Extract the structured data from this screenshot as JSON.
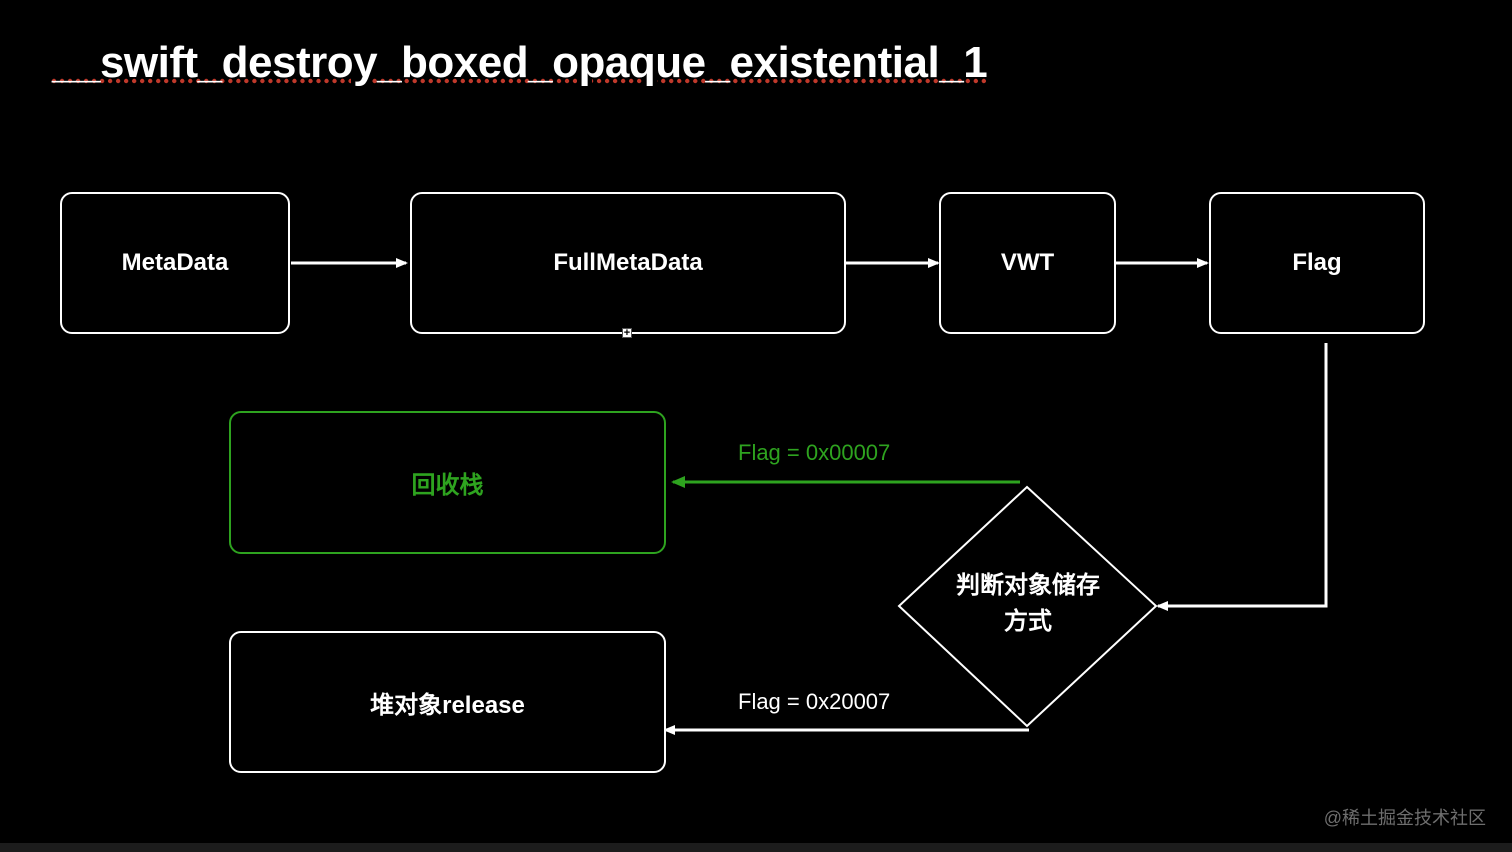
{
  "title": "__swift_destroy_boxed_opaque_existential_1",
  "colors": {
    "background": "#000000",
    "stroke": "#ffffff",
    "accent_green": "#2ea31f",
    "watermark": "#6e6e6e"
  },
  "nodes": {
    "metadata": "MetaData",
    "full_metadata": "FullMetaData",
    "vwt": "VWT",
    "flag": "Flag",
    "decision_line1": "判断对象储存",
    "decision_line2": "方式",
    "stack_reclaim": "回收栈",
    "heap_release": "堆对象release"
  },
  "edges": {
    "stack_label": "Flag = 0x00007",
    "heap_label": "Flag = 0x20007"
  },
  "handle_icon": "+",
  "watermark": "@稀土掘金技术社区"
}
